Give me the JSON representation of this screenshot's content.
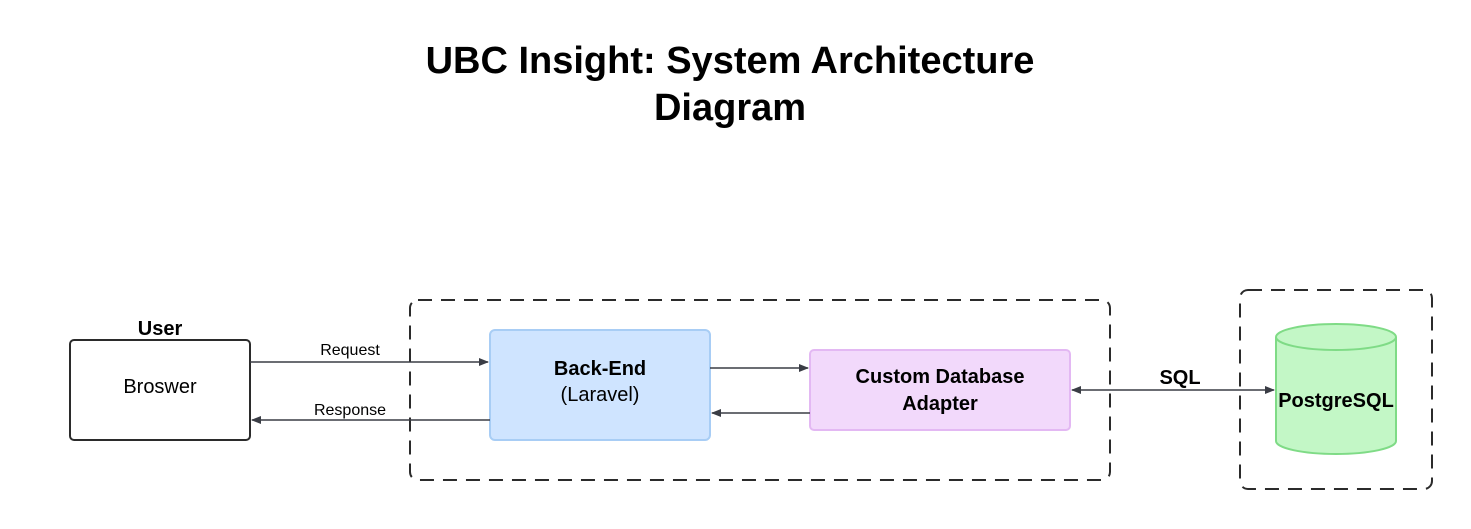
{
  "title": {
    "line1": "UBC Insight: System Architecture",
    "line2": "Diagram"
  },
  "nodes": {
    "user_label": "User",
    "browser": "Broswer",
    "backend_line1": "Back-End",
    "backend_line2": "(Laravel)",
    "adapter_line1": "Custom Database",
    "adapter_line2": "Adapter",
    "database": "PostgreSQL"
  },
  "edges": {
    "request": "Request",
    "response": "Response",
    "sql": "SQL"
  },
  "colors": {
    "backend_fill": "#cfe4ff",
    "backend_stroke": "#a8cdf5",
    "adapter_fill": "#f2d9fb",
    "adapter_stroke": "#e3b8f3",
    "database_fill": "#c3f7c6",
    "database_stroke": "#7fdb86",
    "line": "#3a3d45",
    "boundary": "#2b2b2b"
  }
}
